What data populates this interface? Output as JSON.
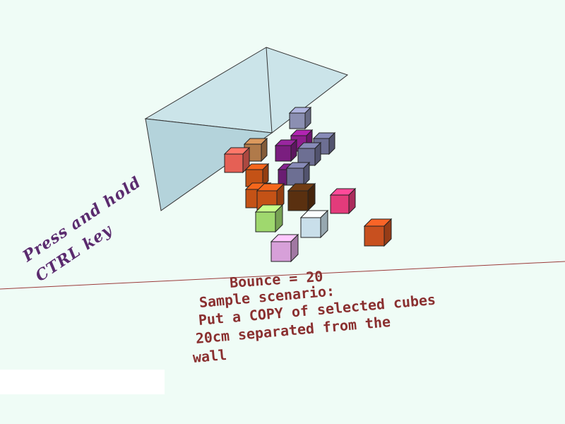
{
  "hint_line1": "Press and hold",
  "hint_line2": "CTRL key",
  "bounce_label": "Bounce = 20",
  "scenario_title": "Sample scenario:",
  "scenario_line1": "Put a COPY of selected cubes",
  "scenario_line2": "20cm separated from the",
  "scenario_line3": "wall",
  "colors": {
    "background": "#effcf6",
    "ground_line": "#9b3b3b",
    "wall": "#b5d4de",
    "hint_text": "#5a2a6e",
    "scenario_text": "#8a3030"
  }
}
